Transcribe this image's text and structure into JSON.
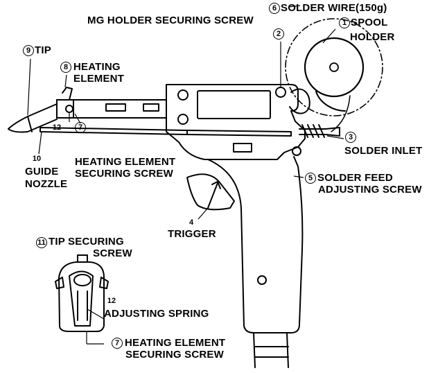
{
  "labels": {
    "mg_holder": "MG HOLDER SECURING SCREW",
    "solder_wire": "SOLDER WIRE(150g)",
    "spool": "SPOOL",
    "holder": "HOLDER",
    "tip": "TIP",
    "heating": "HEATING",
    "element": "ELEMENT",
    "solder_inlet": "SOLDER INLET",
    "heating_element_2": "HEATING ELEMENT",
    "securing_screw_2": "SECURING SCREW",
    "guide": "GUIDE",
    "nozzle": "NOZZLE",
    "solder_feed": "SOLDER FEED",
    "adjusting_screw": "ADJUSTING SCREW",
    "trigger": "TRIGGER",
    "tip_securing": "TIP SECURING",
    "screw": "SCREW",
    "adjusting_spring": "ADJUSTING SPRING",
    "heating_element_3": "HEATING ELEMENT",
    "securing_screw_3": "SECURING SCREW"
  },
  "numbers": {
    "n1": "1",
    "n2": "2",
    "n3": "3",
    "n4": "4",
    "n5": "5",
    "n6": "6",
    "n7a": "7",
    "n7b": "7",
    "n8": "8",
    "n9": "9",
    "n10": "10",
    "n11": "11",
    "n12a": "12",
    "n12b": "12"
  }
}
